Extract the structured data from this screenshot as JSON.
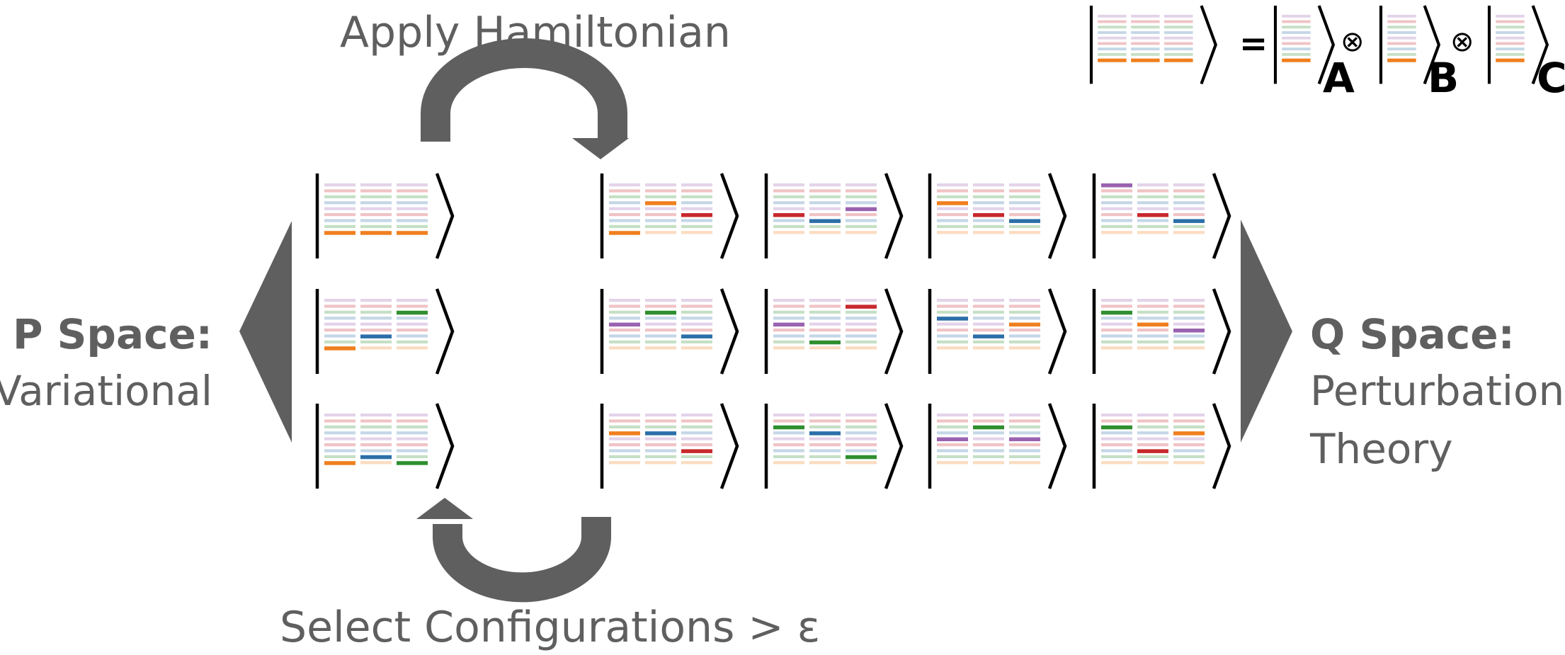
{
  "labels": {
    "top_caption": "Apply Hamiltonian",
    "bottom_caption": "Select Configurations > ε",
    "p_space_title": "P Space:",
    "p_space_subtitle": "Variational",
    "q_space_title": "Q Space:",
    "q_space_subtitle_line1": "Perturbation",
    "q_space_subtitle_line2": "Theory",
    "legend_equals": "=",
    "legend_tensor": "⊗",
    "legend_sub_a": "A",
    "legend_sub_b": "B",
    "legend_sub_c": "C"
  },
  "colors": {
    "arrow_gray": "#5f5f5f",
    "text_gray": "#5f5f5f",
    "bracket": "#000000",
    "orange": "#f07f1e",
    "blue": "#2b6fa8",
    "green": "#2f8f2f",
    "red": "#c8282d",
    "purple": "#9a62b0"
  },
  "level_palette": [
    "purple",
    "red",
    "green",
    "blue",
    "purple",
    "red",
    "blue",
    "green",
    "orange"
  ],
  "legend_ket": {
    "occupied": [
      [
        "orange",
        "orange",
        "orange"
      ]
    ]
  },
  "legend_factors": [
    {
      "sub": "A",
      "occupied": [
        [
          "orange"
        ]
      ]
    },
    {
      "sub": "B",
      "occupied": [
        [
          "orange"
        ]
      ]
    },
    {
      "sub": "C",
      "occupied": [
        [
          "orange"
        ]
      ]
    }
  ],
  "p_space": [
    {
      "occupied": [
        [
          "orange",
          "orange",
          "orange"
        ]
      ]
    },
    {
      "occupied": [
        [
          "orange",
          "blue",
          "green"
        ]
      ]
    },
    {
      "occupied": [
        [
          "orange",
          "blue",
          "green"
        ]
      ]
    }
  ],
  "q_space": [
    {
      "occupied": [
        [
          "orange",
          "orange",
          "red"
        ]
      ]
    },
    {
      "occupied": [
        [
          "red",
          "blue",
          "purple"
        ]
      ]
    },
    {
      "occupied": [
        [
          "orange",
          "red",
          "blue"
        ]
      ]
    },
    {
      "occupied": [
        [
          "purple",
          "red",
          "blue"
        ]
      ]
    },
    {
      "occupied": [
        [
          "purple",
          "green",
          "blue"
        ]
      ]
    },
    {
      "occupied": [
        [
          "purple",
          "green",
          "red"
        ]
      ]
    },
    {
      "occupied": [
        [
          "blue",
          "blue",
          "orange"
        ]
      ]
    },
    {
      "occupied": [
        [
          "green",
          "orange",
          "purple"
        ]
      ]
    },
    {
      "occupied": [
        [
          "orange",
          "blue",
          "red"
        ]
      ]
    },
    {
      "occupied": [
        [
          "green",
          "blue",
          "green"
        ]
      ]
    },
    {
      "occupied": [
        [
          "purple",
          "green",
          "purple"
        ]
      ]
    },
    {
      "occupied": [
        [
          "green",
          "red",
          "orange"
        ]
      ]
    }
  ]
}
